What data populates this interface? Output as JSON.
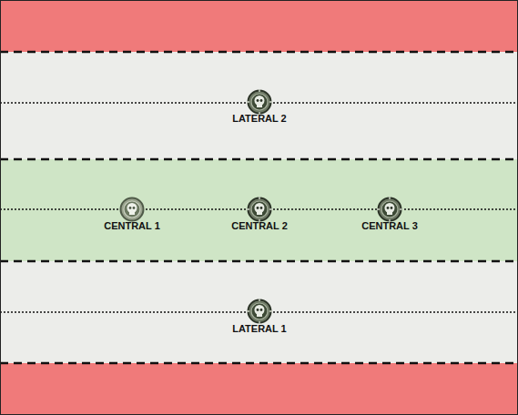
{
  "diagram": {
    "labels": [
      "LATERAL 2",
      "CENTRAL 1",
      "CENTRAL 2",
      "CENTRAL 3",
      "LATERAL 1"
    ]
  }
}
